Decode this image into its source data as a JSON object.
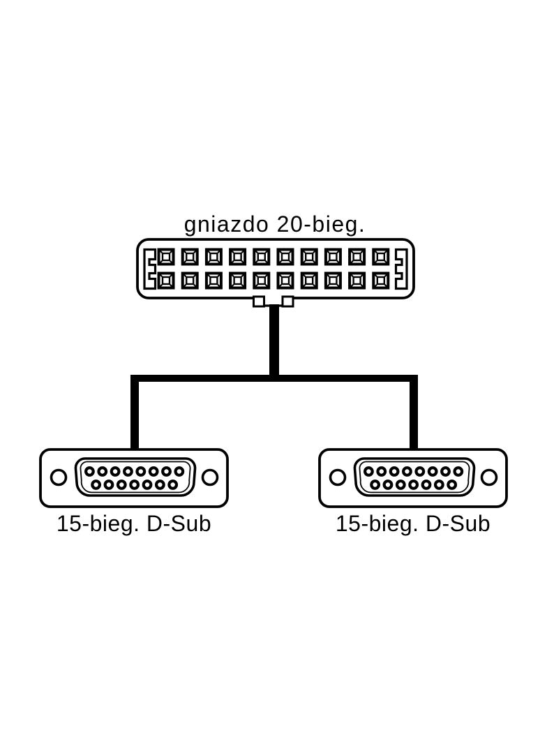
{
  "colors": {
    "line": "#000000",
    "background": "#ffffff"
  },
  "top_connector": {
    "label": "gniazdo 20-bieg.",
    "type": "socket",
    "total_pins": 20,
    "pin_rows": 2,
    "pins_per_row": 10
  },
  "branch_connectors": [
    {
      "label": "15-bieg. D-Sub",
      "type": "d-sub",
      "total_pins": 15,
      "top_row_pins": 8,
      "bottom_row_pins": 7
    },
    {
      "label": "15-bieg. D-Sub",
      "type": "d-sub",
      "total_pins": 15,
      "top_row_pins": 8,
      "bottom_row_pins": 7
    }
  ]
}
